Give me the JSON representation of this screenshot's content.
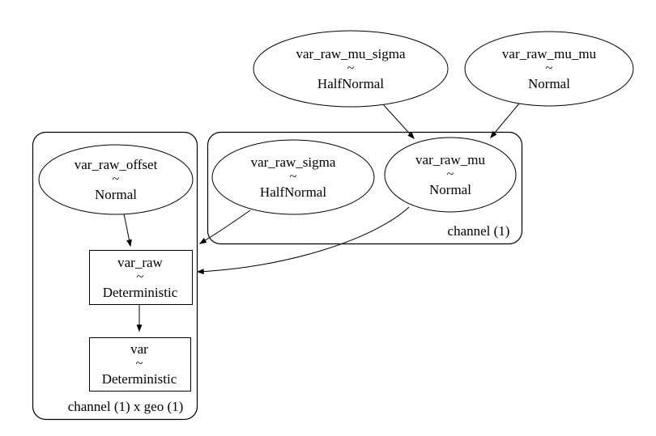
{
  "diagram": {
    "type": "model-graph",
    "nodes": {
      "var_raw_mu_sigma": {
        "name": "var_raw_mu_sigma",
        "relation": "~",
        "distribution": "HalfNormal",
        "shape": "ellipse"
      },
      "var_raw_mu_mu": {
        "name": "var_raw_mu_mu",
        "relation": "~",
        "distribution": "Normal",
        "shape": "ellipse"
      },
      "var_raw_offset": {
        "name": "var_raw_offset",
        "relation": "~",
        "distribution": "Normal",
        "shape": "ellipse"
      },
      "var_raw_sigma": {
        "name": "var_raw_sigma",
        "relation": "~",
        "distribution": "HalfNormal",
        "shape": "ellipse"
      },
      "var_raw_mu": {
        "name": "var_raw_mu",
        "relation": "~",
        "distribution": "Normal",
        "shape": "ellipse"
      },
      "var_raw": {
        "name": "var_raw",
        "relation": "~",
        "distribution": "Deterministic",
        "shape": "box"
      },
      "var": {
        "name": "var",
        "relation": "~",
        "distribution": "Deterministic",
        "shape": "box"
      }
    },
    "plates": {
      "channel": {
        "label": "channel (1)"
      },
      "channel_geo": {
        "label": "channel (1) x geo (1)"
      }
    },
    "edges": [
      {
        "from": "var_raw_mu_sigma",
        "to": "var_raw_mu"
      },
      {
        "from": "var_raw_mu_mu",
        "to": "var_raw_mu"
      },
      {
        "from": "var_raw_offset",
        "to": "var_raw"
      },
      {
        "from": "var_raw_sigma",
        "to": "var_raw"
      },
      {
        "from": "var_raw_mu",
        "to": "var_raw"
      },
      {
        "from": "var_raw",
        "to": "var"
      }
    ],
    "colors": {
      "stroke": "#000000",
      "background": "#ffffff",
      "text": "#000000"
    }
  }
}
